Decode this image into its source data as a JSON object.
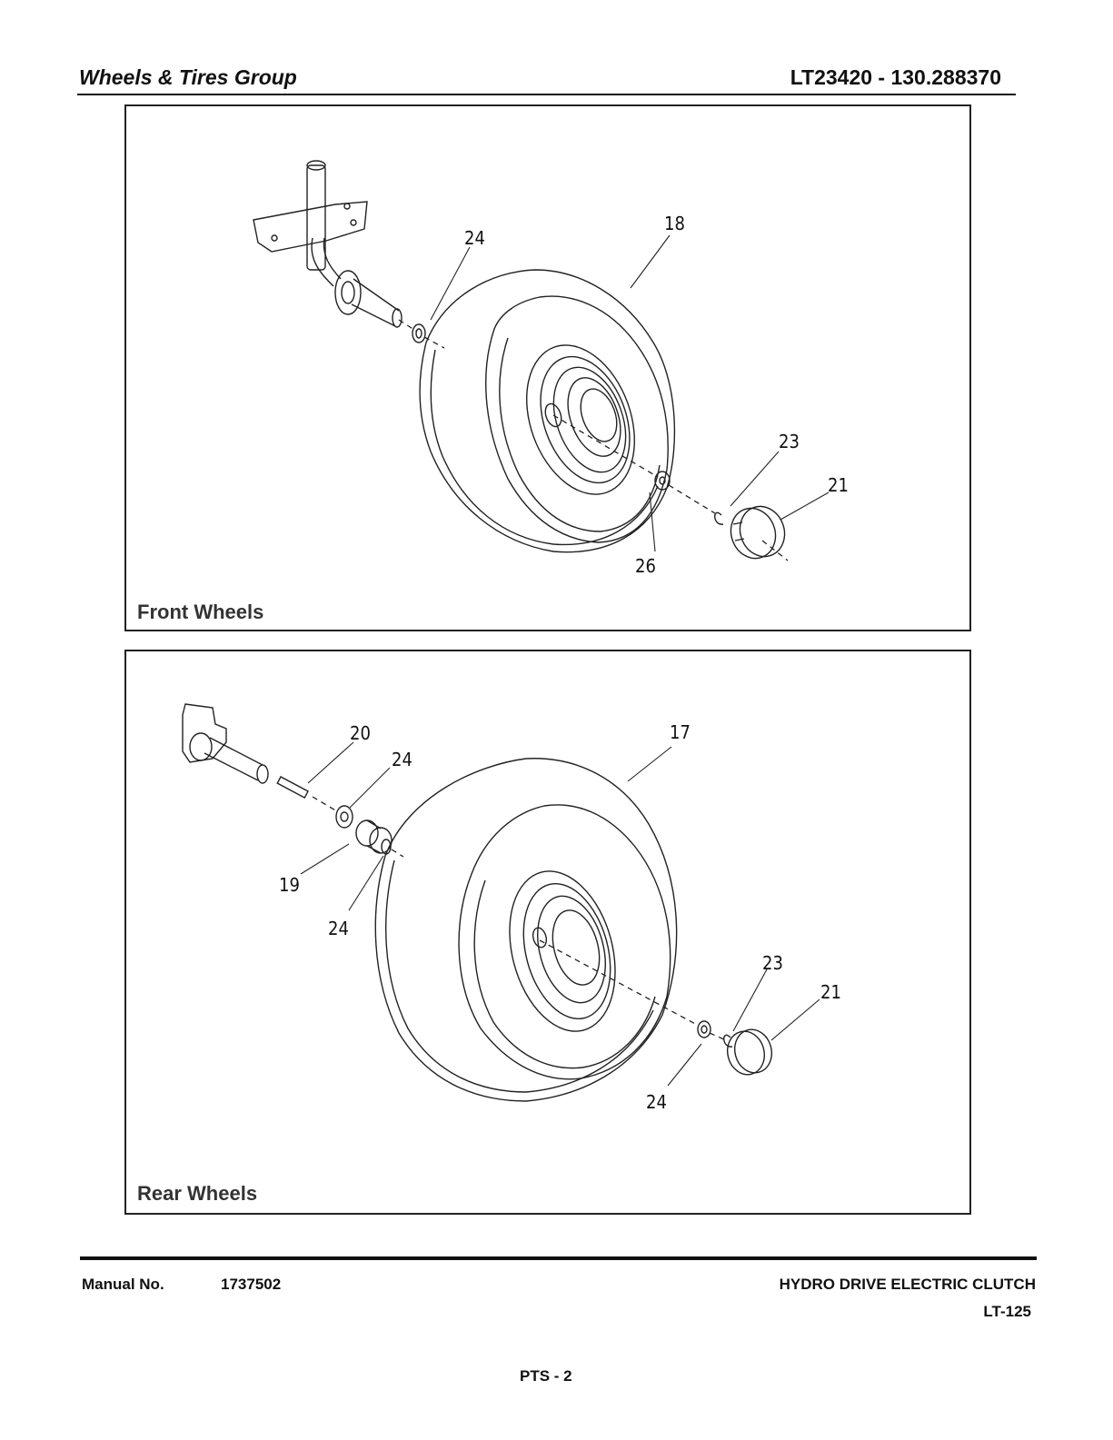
{
  "header": {
    "group_title": "Wheels & Tires Group",
    "model": "LT23420 - 130.288370"
  },
  "front_panel": {
    "title": "Front Wheels",
    "callouts": {
      "c18": "18",
      "c24": "24",
      "c23": "23",
      "c21": "21",
      "c26": "26"
    }
  },
  "rear_panel": {
    "title": "Rear Wheels",
    "callouts": {
      "c20": "20",
      "c17": "17",
      "c24a": "24",
      "c19": "19",
      "c24b": "24",
      "c23": "23",
      "c21": "21",
      "c24c": "24"
    }
  },
  "footer": {
    "manual_label": "Manual No.",
    "manual_number": "1737502",
    "description": "HYDRO DRIVE ELECTRIC CLUTCH",
    "model_code": "LT-125",
    "page": "PTS - 2"
  }
}
